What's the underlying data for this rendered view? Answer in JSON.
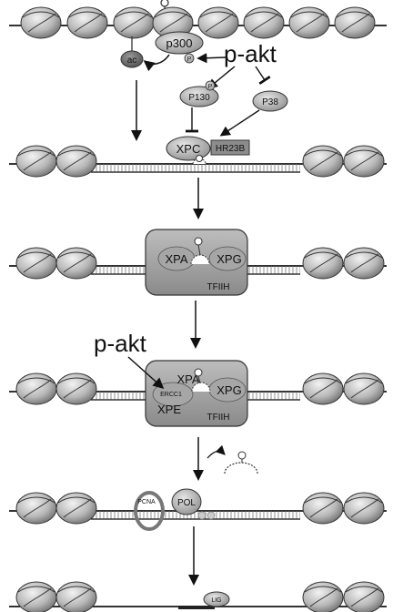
{
  "labels": {
    "p300": "p300",
    "ac": "ac",
    "p_small_1": "P",
    "p_small_2": "P",
    "pakt_top": "p-akt",
    "p130": "P130",
    "p38": "P38",
    "xpc": "XPC",
    "hr23b": "HR23B",
    "xpa_1": "XPA",
    "xpg_1": "XPG",
    "tfiih_1": "TFIIH",
    "pakt_mid": "p-akt",
    "ercc1": "ERCC1",
    "xpa_2": "XPA",
    "xpe": "XPE",
    "xpg_2": "XPG",
    "tfiih_2": "TFIIH",
    "pcna": "PCNA",
    "pol": "POL",
    "lig": "LIG"
  }
}
